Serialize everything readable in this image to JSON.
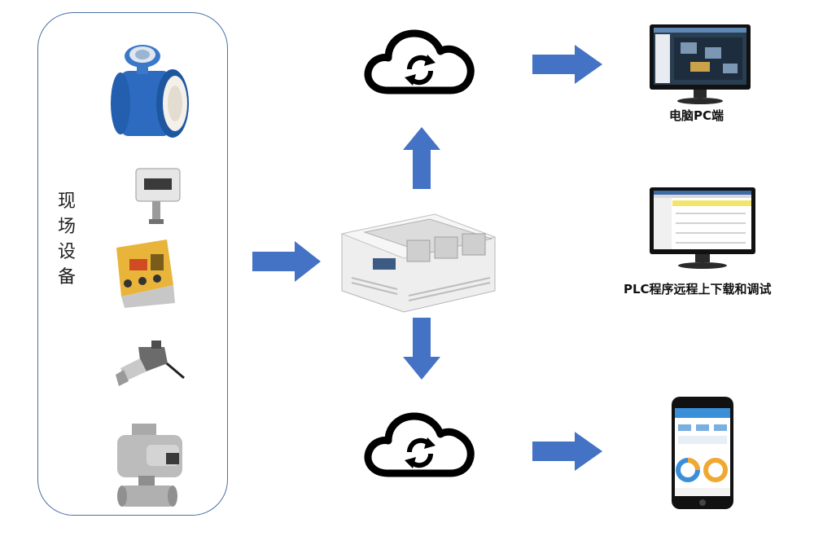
{
  "field_devices": {
    "label": "现\n场\n设\n备",
    "items": [
      "flowmeter-icon",
      "duct-sensor-icon",
      "io-module-icon",
      "pressure-transmitter-icon",
      "electric-valve-icon"
    ]
  },
  "outputs": {
    "pc_label": "电脑PC端",
    "plc_label": "PLC程序远程上下载和调试"
  },
  "colors": {
    "arrow": "#4472c4",
    "cloud_stroke": "#000000",
    "box_border": "#4a6fa5"
  }
}
